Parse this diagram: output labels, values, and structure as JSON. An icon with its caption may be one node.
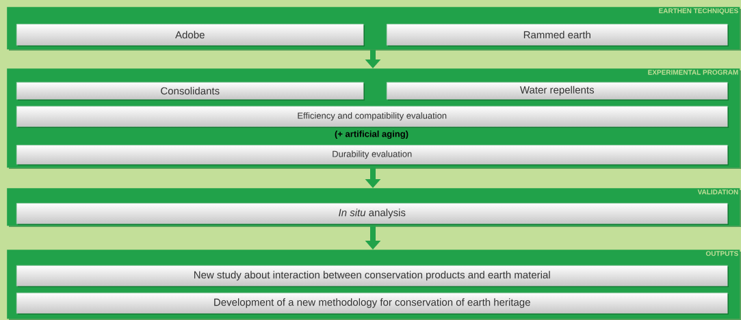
{
  "diagram": {
    "nodes": [
      {
        "text": [
          "EARTHEN TECHNIQUES"
        ]
      },
      {
        "text": [
          "Adobe"
        ],
        "in": 0
      },
      {
        "text": [
          "Rammed earth"
        ],
        "in": 0
      },
      {
        "text": [
          "EXPERIMENTAL PROGRAM"
        ]
      },
      {
        "text": [
          "Consolidants"
        ],
        "in": 3
      },
      {
        "text": [
          "Water repellents"
        ],
        "in": 3
      },
      {
        "text": [
          "Efficiency and compatibility evaluation"
        ],
        "in": 3
      },
      {
        "text": [
          "Durability evaluation"
        ],
        "in": 3
      },
      {
        "text": [
          "VALIDATION"
        ]
      },
      {
        "text": [
          "*In situ* analysis"
        ],
        "in": 8
      },
      {
        "text": [
          "OUTPUTS"
        ]
      },
      {
        "text": [
          "New study about interaction between conservation products and earth material"
        ],
        "in": 10
      },
      {
        "text": [
          "Development of a new methodology for conservation of earth heritage"
        ],
        "in": 10
      }
    ],
    "edges": [
      {
        "from": 0,
        "to": 3,
        "arrow": "to"
      },
      {
        "from": 3,
        "to": 8,
        "arrow": "to"
      },
      {
        "from": 8,
        "to": 10,
        "arrow": "to"
      }
    ],
    "labels": [
      "(+ artificial aging)"
    ]
  }
}
